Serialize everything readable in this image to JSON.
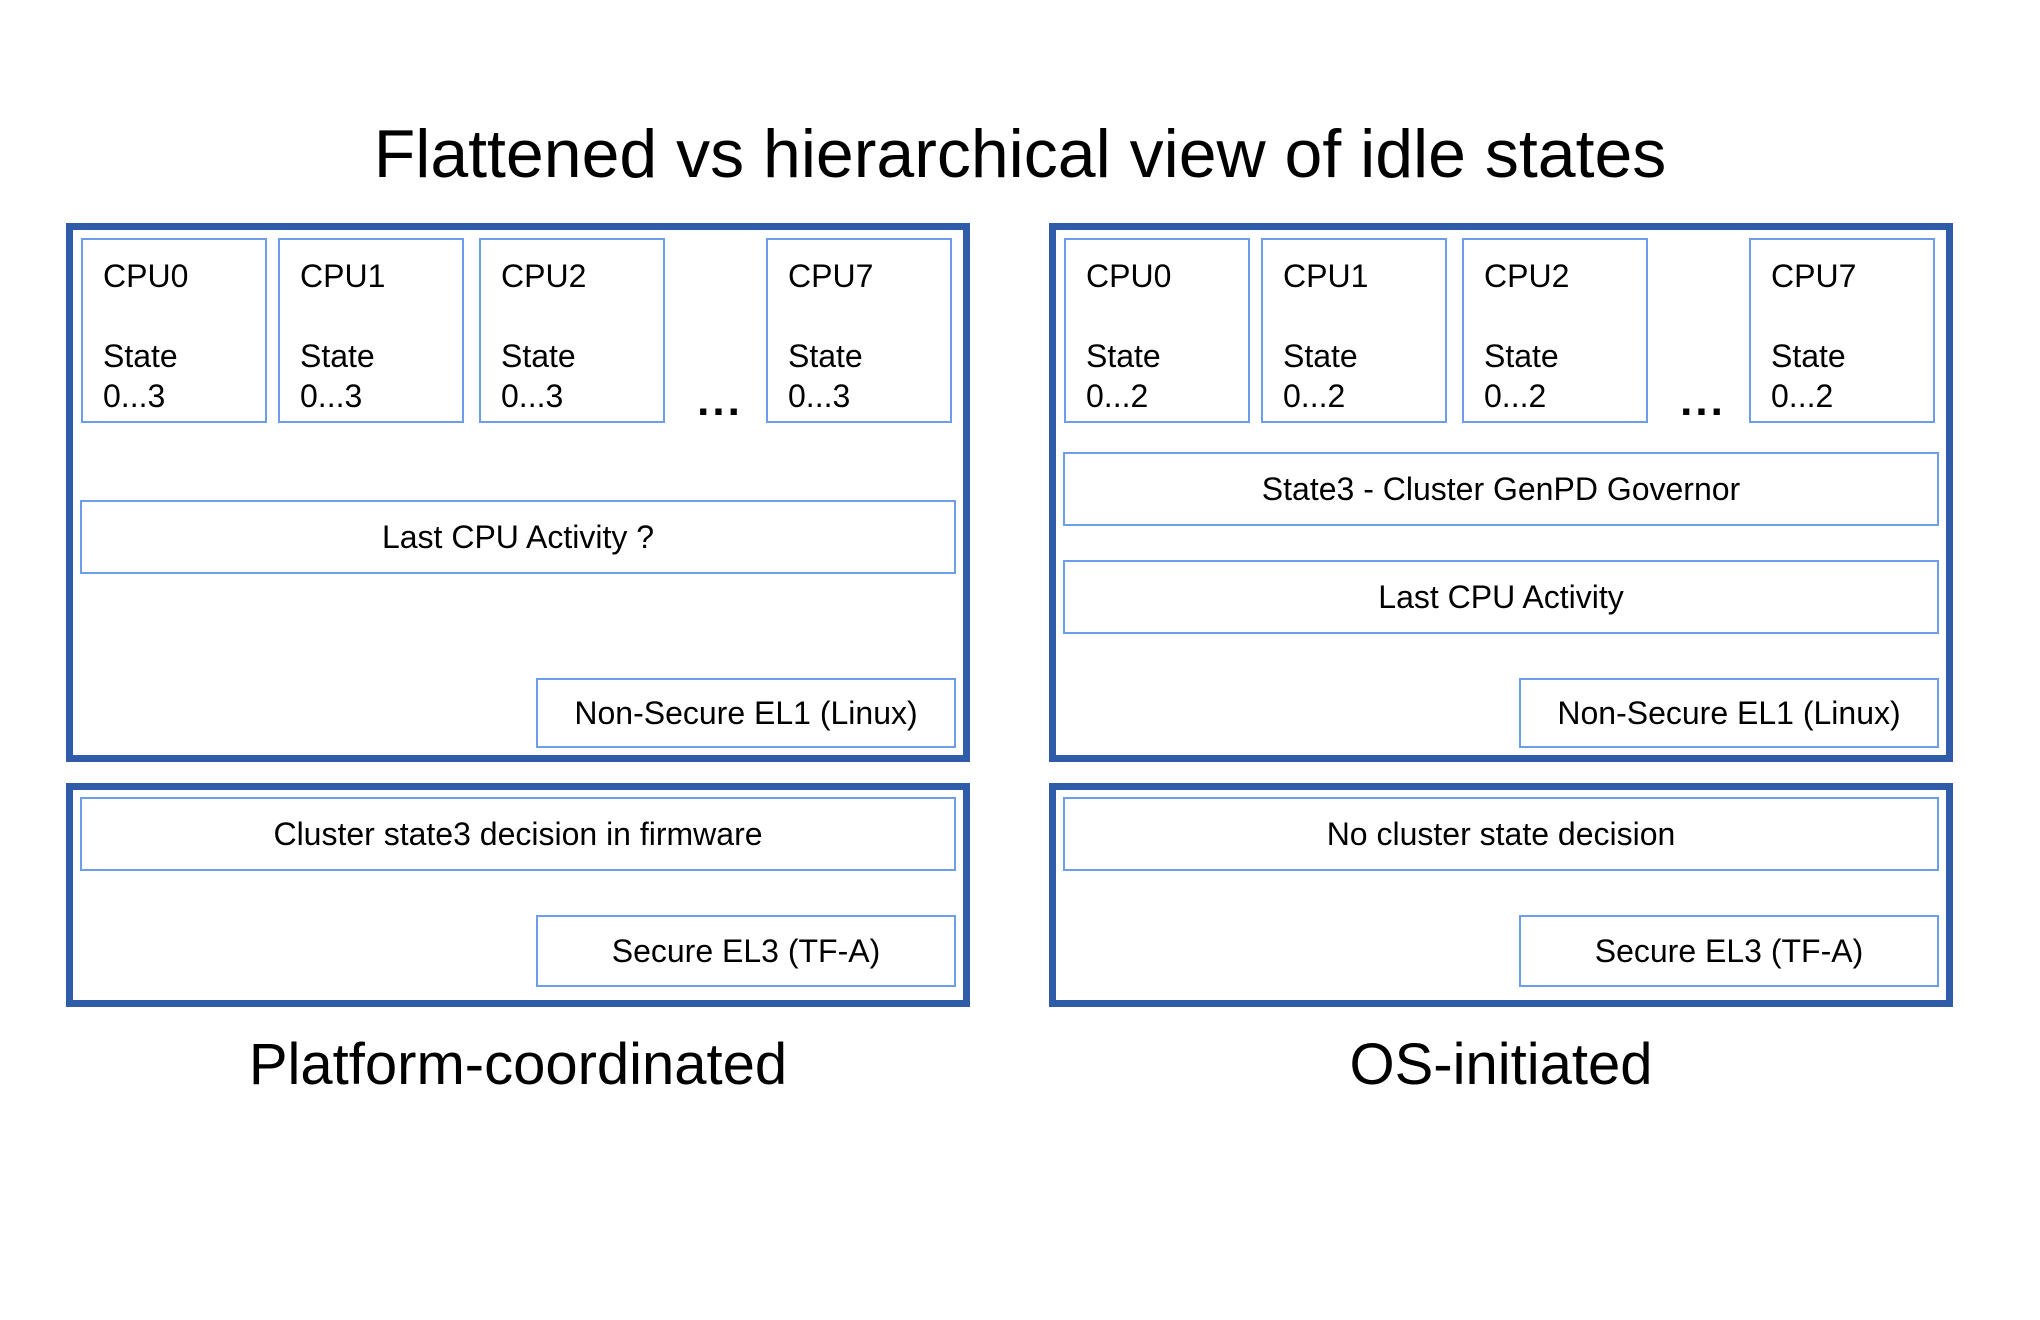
{
  "title": "Flattened vs hierarchical view of idle states",
  "colors": {
    "panel_border": "#2e5ca8",
    "box_border": "#6d9eeb",
    "text": "#000000",
    "background": "#ffffff"
  },
  "panels": {
    "left": {
      "label": "Platform-coordinated",
      "top": {
        "cpus": [
          {
            "name": "CPU0",
            "state_label": "State",
            "state_range": "0...3"
          },
          {
            "name": "CPU1",
            "state_label": "State",
            "state_range": "0...3"
          },
          {
            "name": "CPU2",
            "state_label": "State",
            "state_range": "0...3"
          },
          {
            "name": "CPU7",
            "state_label": "State",
            "state_range": "0...3"
          }
        ],
        "ellipsis": "...",
        "activity_label": "Last CPU Activity ?",
        "el1_label": "Non-Secure EL1 (Linux)"
      },
      "bottom": {
        "decision_label": "Cluster state3 decision in firmware",
        "el3_label": "Secure EL3 (TF-A)"
      }
    },
    "right": {
      "label": "OS-initiated",
      "top": {
        "cpus": [
          {
            "name": "CPU0",
            "state_label": "State",
            "state_range": "0...2"
          },
          {
            "name": "CPU1",
            "state_label": "State",
            "state_range": "0...2"
          },
          {
            "name": "CPU2",
            "state_label": "State",
            "state_range": "0...2"
          },
          {
            "name": "CPU7",
            "state_label": "State",
            "state_range": "0...2"
          }
        ],
        "ellipsis": "...",
        "governor_label": "State3 - Cluster GenPD Governor",
        "activity_label": "Last CPU Activity",
        "el1_label": "Non-Secure EL1 (Linux)"
      },
      "bottom": {
        "decision_label": "No cluster state decision",
        "el3_label": "Secure EL3 (TF-A)"
      }
    }
  }
}
